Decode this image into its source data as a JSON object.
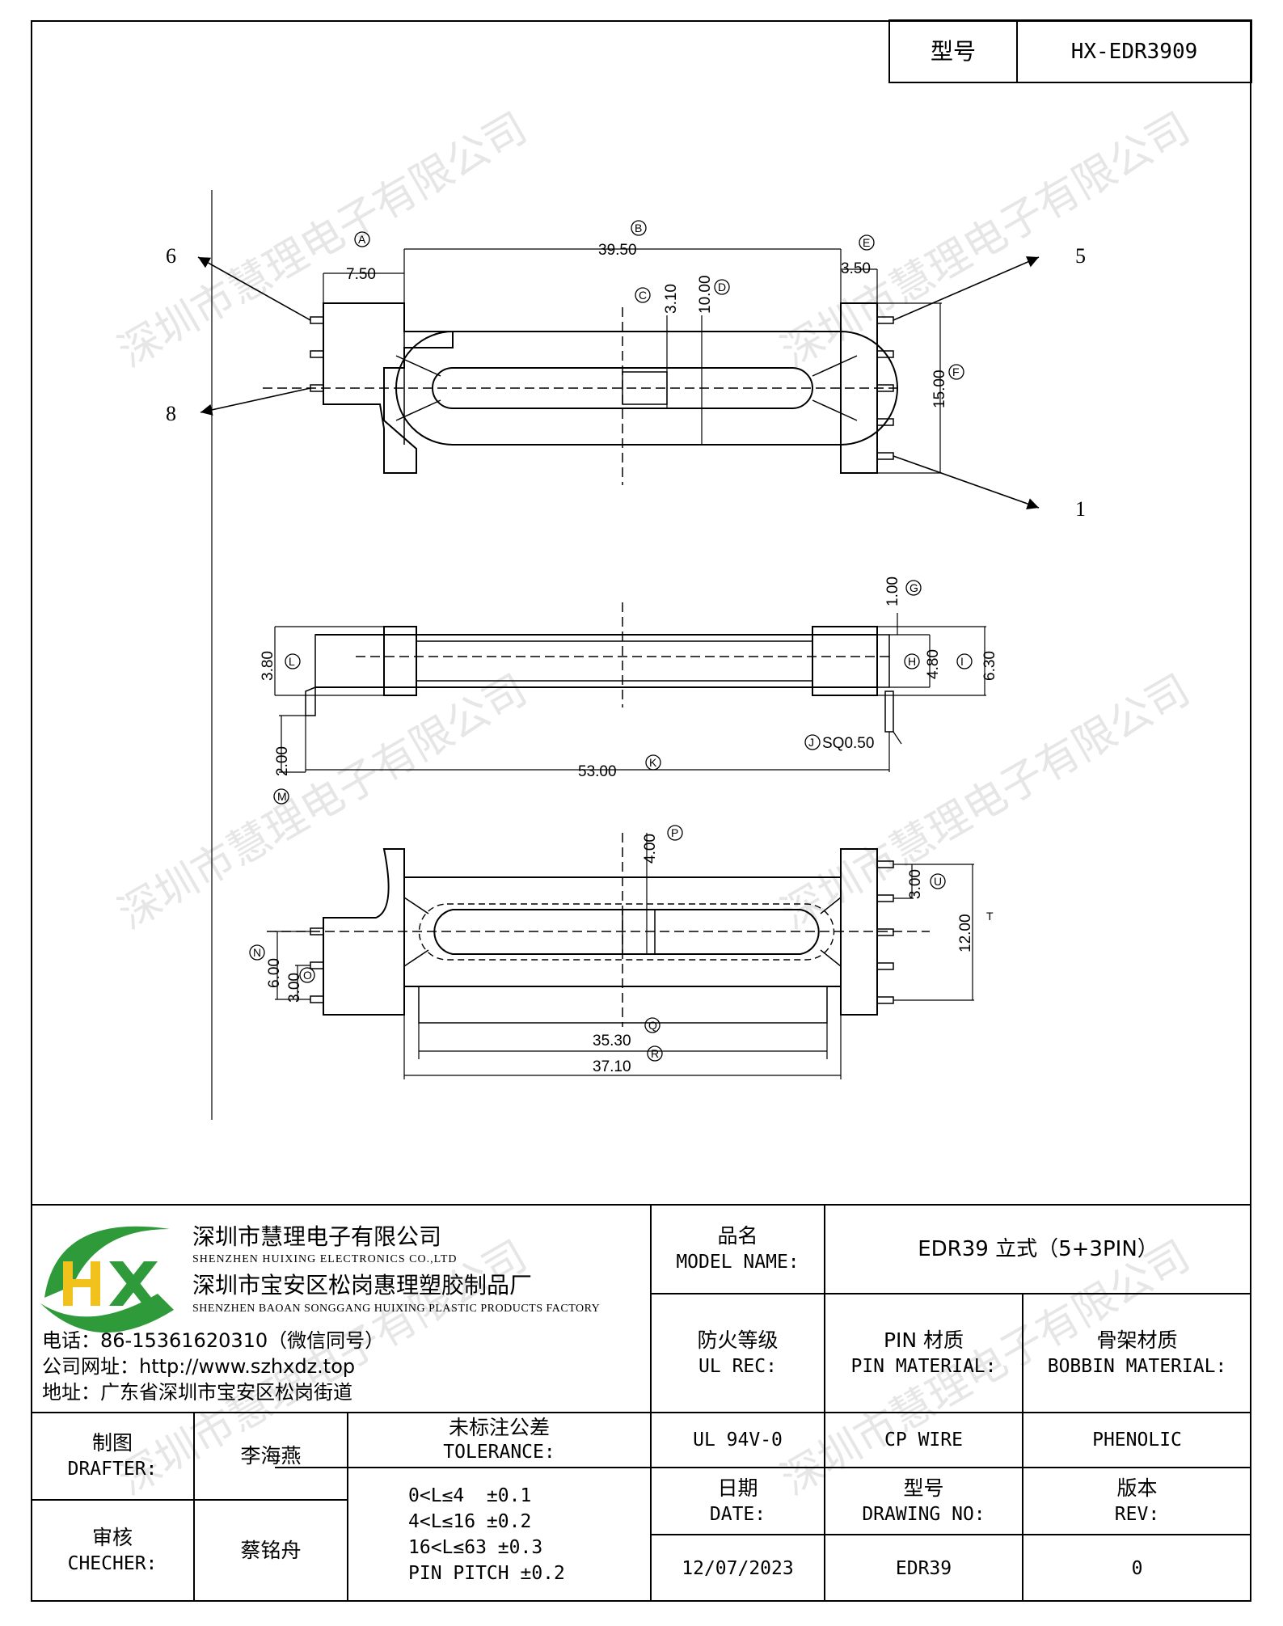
{
  "header": {
    "model_label": "型号",
    "model_value": "HX-EDR3909"
  },
  "watermark": "深圳市慧理电子有限公司",
  "top_view": {
    "dims": {
      "a_label": "A",
      "a_value": "7.50",
      "b_label": "B",
      "b_value": "39.50",
      "c_label": "C",
      "c_value": "3.10",
      "d_label": "D",
      "d_value": "10.00",
      "e_label": "E",
      "e_value": "3.50",
      "f_label": "F",
      "f_value": "15.00"
    },
    "pins": {
      "p6": "6",
      "p8": "8",
      "p5": "5",
      "p1": "1"
    }
  },
  "side_view": {
    "dims": {
      "g_label": "G",
      "g_value": "1.00",
      "h_label": "H",
      "h_value": "4.80",
      "i_label": "I",
      "i_value": "6.30",
      "l_label": "L",
      "l_value": "3.80",
      "j_label": "J",
      "j_value": "SQ0.50",
      "k_label": "K",
      "k_value": "53.00",
      "m_label": "M",
      "m_value": "2.00"
    }
  },
  "bottom_view": {
    "dims": {
      "p_label": "P",
      "p_value": "4.00",
      "u_label": "U",
      "u_value": "3.00",
      "t_label": "T",
      "t_value": "12.00",
      "n_label": "N",
      "n_value": "6.00",
      "o_label": "O",
      "o_value": "3.00",
      "q_label": "Q",
      "q_value": "35.30",
      "r_label": "R",
      "r_value": "37.10"
    }
  },
  "company": {
    "logo_text": "HX",
    "name_cn": "深圳市慧理电子有限公司",
    "name_en": "SHENZHEN HUIXING ELECTRONICS CO.,LTD",
    "factory_cn": "深圳市宝安区松岗惠理塑胶制品厂",
    "factory_en": "SHENZHEN BAOAN SONGGANG HUIXING PLASTIC PRODUCTS FACTORY",
    "phone": "电话：86-15361620310（微信同号）",
    "website": "公司网址：http://www.szhxdz.top",
    "address": "地址：广东省深圳市宝安区松岗街道"
  },
  "title_block": {
    "model_name_cn": "品名",
    "model_name_en": "MODEL NAME:",
    "model_name_value": "EDR39 立式（5+3PIN）",
    "ul_rec_cn": "防火等级",
    "ul_rec_en": "UL REC:",
    "pin_material_cn": "PIN 材质",
    "pin_material_en": "PIN MATERIAL:",
    "bobbin_material_cn": "骨架材质",
    "bobbin_material_en": "BOBBIN MATERIAL:",
    "ul_value": "UL 94V-0",
    "pin_value": "CP WIRE",
    "bobbin_value": "PHENOLIC",
    "drafter_cn": "制图",
    "drafter_en": "DRAFTER:",
    "drafter_name": "李海燕",
    "checker_cn": "审核",
    "checker_en": "CHECHER:",
    "checker_name": "蔡铭舟",
    "tolerance_cn": "未标注公差",
    "tolerance_en": "TOLERANCE:",
    "tolerance_lines": [
      "0<L≤4  ±0.1",
      "4<L≤16 ±0.2",
      "16<L≤63 ±0.3",
      "PIN PITCH ±0.2"
    ],
    "date_cn": "日期",
    "date_en": "DATE:",
    "drawing_no_cn": "型号",
    "drawing_no_en": "DRAWING NO:",
    "rev_cn": "版本",
    "rev_en": "REV:",
    "date_value": "12/07/2023",
    "drawing_no_value": "EDR39",
    "rev_value": "0"
  }
}
